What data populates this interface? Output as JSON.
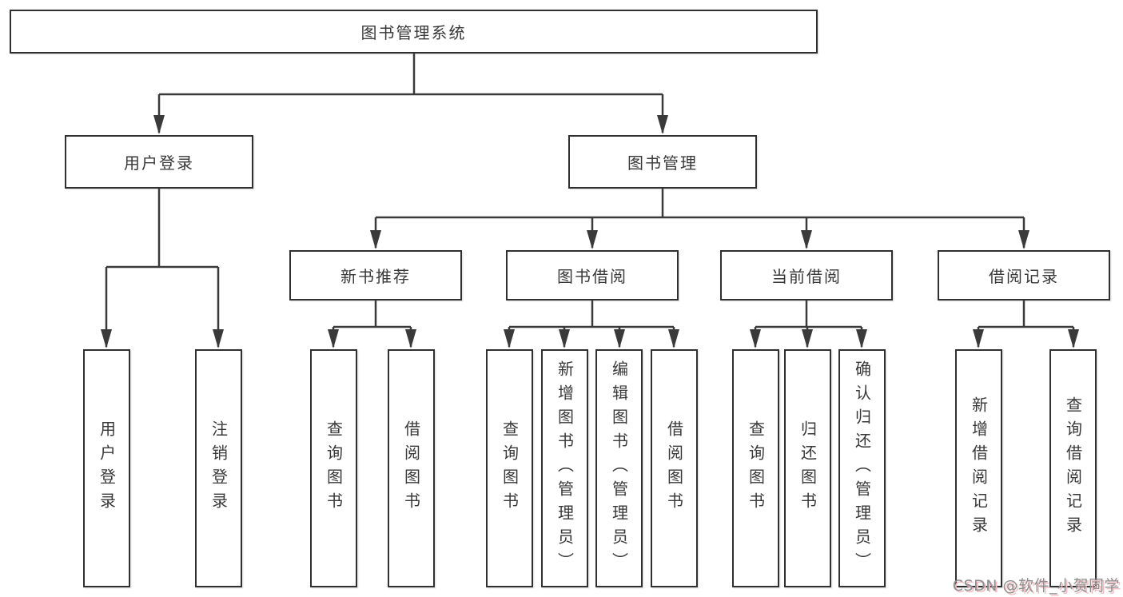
{
  "diagram": {
    "root": "图书管理系统",
    "branches": {
      "user_login": "用户登录",
      "book_management": "图书管理"
    },
    "modules": {
      "new_book_recommend": "新书推荐",
      "book_borrow": "图书借阅",
      "current_borrow": "当前借阅",
      "borrow_records": "借阅记录"
    },
    "leaves": {
      "user_login": "用户登录",
      "logout": "注销登录",
      "nbr_query_book": "查询图书",
      "nbr_borrow_book": "借阅图书",
      "bb_query_book": "查询图书",
      "bb_add_book_admin": "新增图书（管理员）",
      "bb_edit_book_admin": "编辑图书（管理员）",
      "bb_borrow_book": "借阅图书",
      "cb_query_book": "查询图书",
      "cb_return_book": "归还图书",
      "cb_confirm_return_admin": "确认归还（管理员）",
      "br_add_record": "新增借阅记录",
      "br_query_record": "查询借阅记录"
    }
  },
  "watermark": "CSDN @软件_小贺同学",
  "colors": {
    "line": "#3a3a3a",
    "box_border": "#303030",
    "text": "#383838",
    "background": "#ffffff",
    "watermark_text": "#8e8e8e",
    "watermark_shadow": "#f2bcc2"
  }
}
